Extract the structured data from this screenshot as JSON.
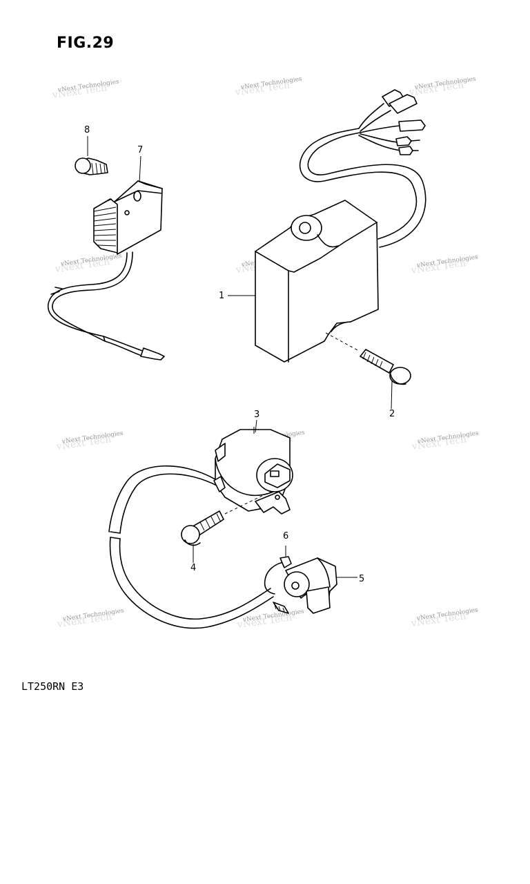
{
  "figure": {
    "title": "FIG.29",
    "model_code": "LT250RN E3"
  },
  "watermark": {
    "text": "vNext Technologies",
    "color": "#9a9a9a"
  },
  "callouts": [
    {
      "id": "c1",
      "label": "1",
      "part": "ignitor-unit"
    },
    {
      "id": "c2",
      "label": "2",
      "part": "ignitor-screw"
    },
    {
      "id": "c3",
      "label": "3",
      "part": "ignition-coil"
    },
    {
      "id": "c4",
      "label": "4",
      "part": "coil-screw"
    },
    {
      "id": "c5",
      "label": "5",
      "part": "spark-plug-cap"
    },
    {
      "id": "c6",
      "label": "6",
      "part": "cap-terminal"
    },
    {
      "id": "c7",
      "label": "7",
      "part": "regulator"
    },
    {
      "id": "c8",
      "label": "8",
      "part": "regulator-bolt"
    }
  ]
}
